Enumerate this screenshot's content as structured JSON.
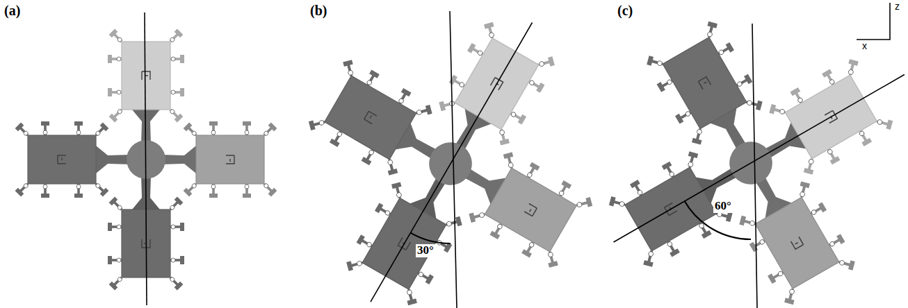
{
  "diagram": {
    "labels": [
      "(a)",
      "(b)",
      "(c)",
      "30°",
      "60°",
      "z",
      "x"
    ]
  }
}
